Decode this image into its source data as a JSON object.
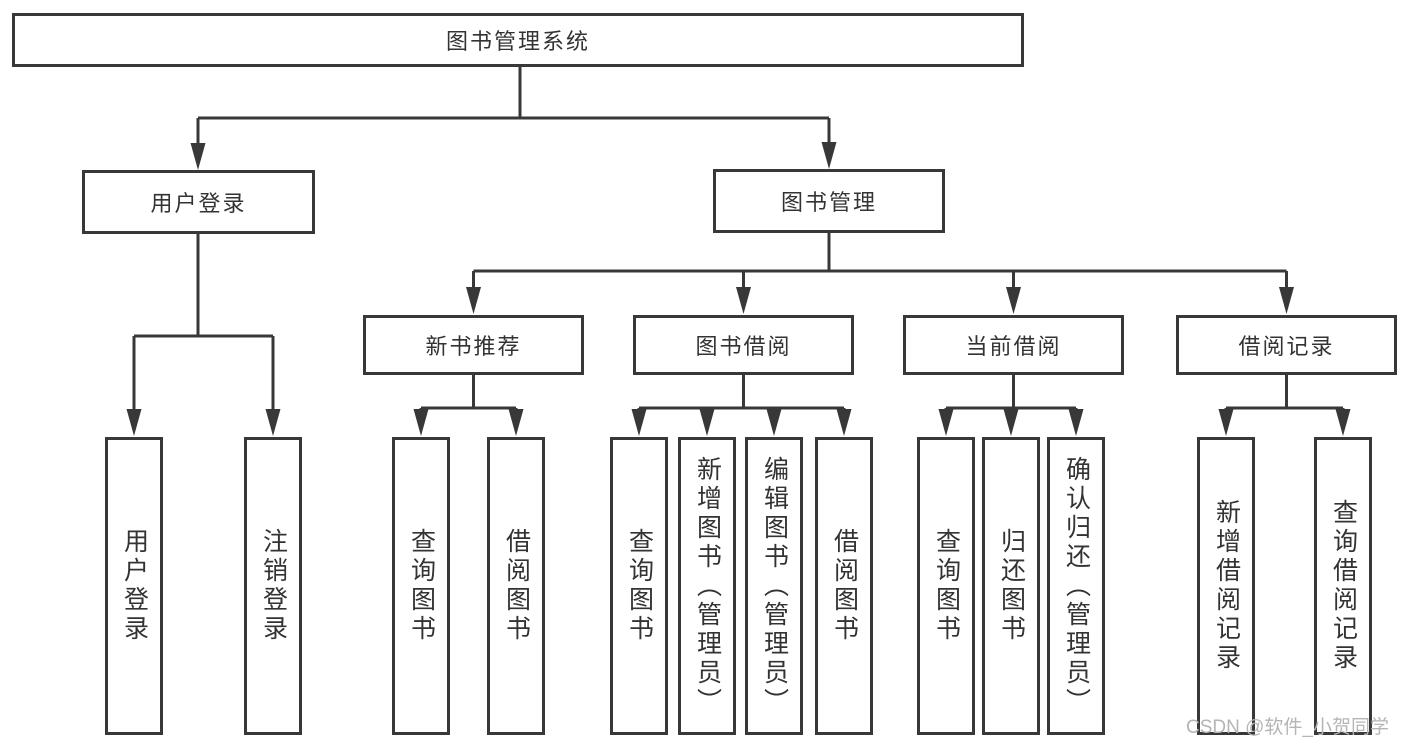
{
  "colors": {
    "line": "#383838",
    "text": "#333333",
    "background": "#ffffff",
    "watermark": "#b5b5b5"
  },
  "watermark": "CSDN @软件_小贺同学",
  "tree": {
    "root": {
      "label": "图书管理系统"
    },
    "children": [
      {
        "label": "用户登录",
        "children": [
          {
            "label": "用户登录"
          },
          {
            "label": "注销登录"
          }
        ]
      },
      {
        "label": "图书管理",
        "children": [
          {
            "label": "新书推荐",
            "children": [
              {
                "label": "查询图书"
              },
              {
                "label": "借阅图书"
              }
            ]
          },
          {
            "label": "图书借阅",
            "children": [
              {
                "label": "查询图书"
              },
              {
                "label": "新增图书（管理员）"
              },
              {
                "label": "编辑图书（管理员）"
              },
              {
                "label": "借阅图书"
              }
            ]
          },
          {
            "label": "当前借阅",
            "children": [
              {
                "label": "查询图书"
              },
              {
                "label": "归还图书"
              },
              {
                "label": "确认归还（管理员）"
              }
            ]
          },
          {
            "label": "借阅记录",
            "children": [
              {
                "label": "新增借阅记录"
              },
              {
                "label": "查询借阅记录"
              }
            ]
          }
        ]
      }
    ]
  }
}
